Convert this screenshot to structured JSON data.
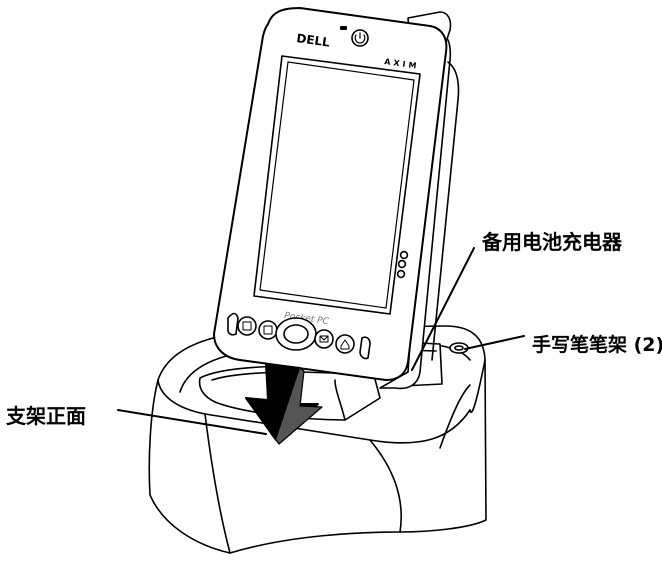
{
  "device": {
    "brand": "DELL",
    "model": "AXIM",
    "screen_caption": "Pocket PC"
  },
  "callouts": {
    "spare_battery_charger": "备用电池充电器",
    "stylus_holders": "手写笔笔架 (2)",
    "cradle_front": "支架正面"
  }
}
